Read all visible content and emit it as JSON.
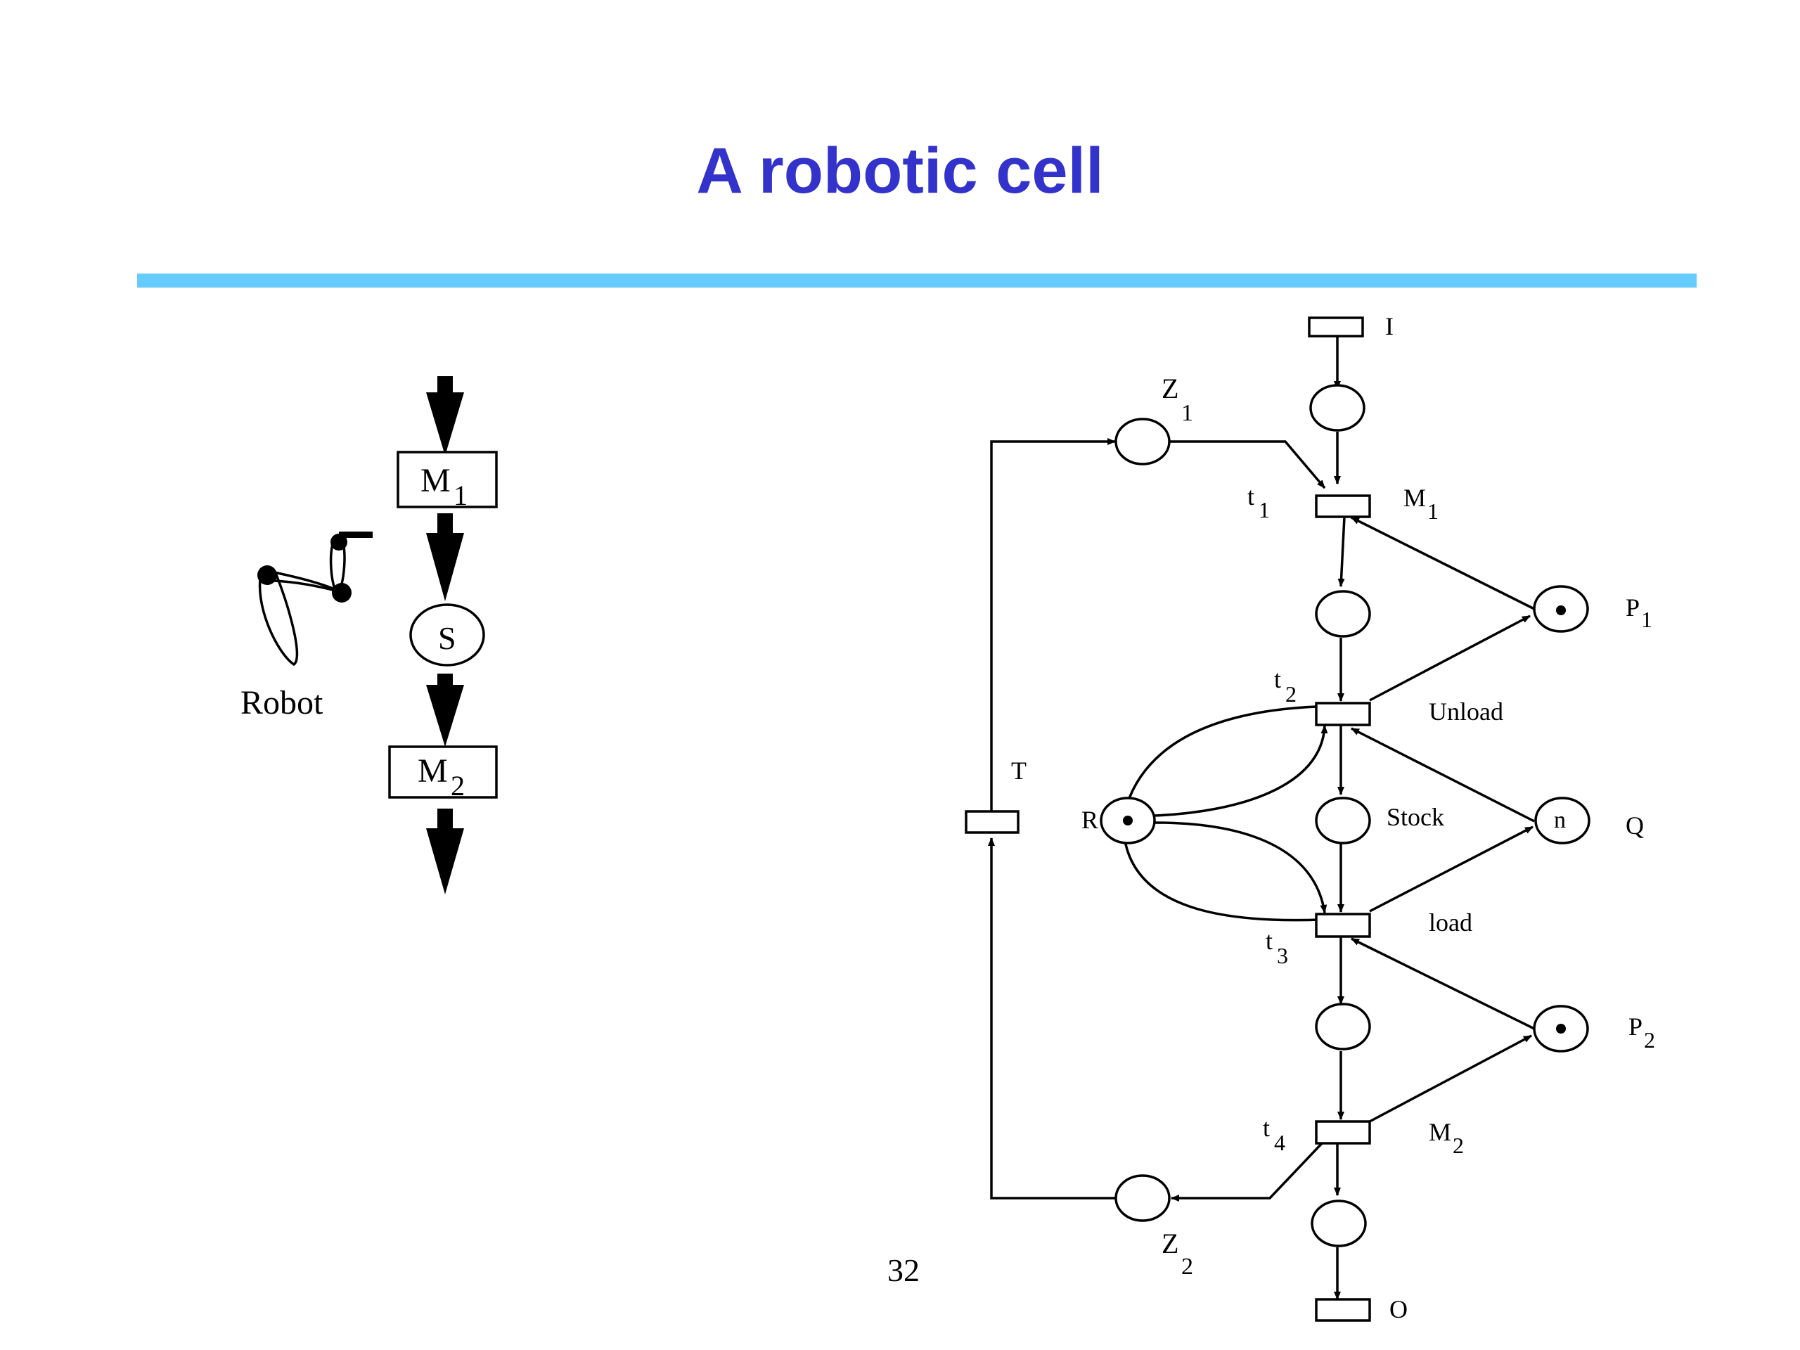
{
  "slide": {
    "title": "A robotic cell",
    "page_number": "32"
  },
  "schematic": {
    "machine1_main": "M",
    "machine1_sub": "1",
    "stock": "S",
    "machine2_main": "M",
    "machine2_sub": "2",
    "robot_label": "Robot"
  },
  "petri": {
    "input": "I",
    "output": "O",
    "z1_main": "Z",
    "z1_sub": "1",
    "z2_main": "Z",
    "z2_sub": "2",
    "t1_main": "t",
    "t1_sub": "1",
    "t2_main": "t",
    "t2_sub": "2",
    "t3_main": "t",
    "t3_sub": "3",
    "t4_main": "t",
    "t4_sub": "4",
    "m1_main": "M",
    "m1_sub": "1",
    "m2_main": "M",
    "m2_sub": "2",
    "p1_main": "P",
    "p1_sub": "1",
    "p2_main": "P",
    "p2_sub": "2",
    "unload": "Unload",
    "load": "load",
    "stock": "Stock",
    "q_label": "Q",
    "q_tokens": "n",
    "r_label": "R",
    "t_label": "T"
  }
}
